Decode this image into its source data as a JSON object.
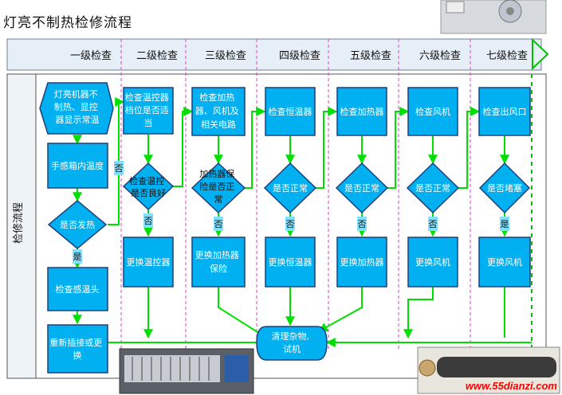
{
  "title": "灯亮不制热检修流程",
  "lane_label": "检修流程",
  "columns": [
    "一级检查",
    "二级检查",
    "三级检查",
    "四级检查",
    "五级检查",
    "六级检查",
    "七级检查"
  ],
  "col1": {
    "start_lines": [
      "灯亮机器不",
      "制热、显控",
      "器显示常温"
    ],
    "feel_temp": "手感箱内温度",
    "heating_question": "是否发热",
    "no": "否",
    "yes": "是",
    "check_sensor": "检查感温头",
    "reinsert_lines": [
      "重新插接或更",
      "换"
    ]
  },
  "col2": {
    "check_lines": [
      "检查温控器",
      "档位是否适",
      "当"
    ],
    "decision_lines": [
      "检查温控",
      "是否良好"
    ],
    "no": "否",
    "replace": "更换温控器"
  },
  "col3": {
    "check_lines": [
      "检查加热",
      "器、风机及",
      "相关电路"
    ],
    "decision_lines": [
      "加热器保",
      "险是否正",
      "常"
    ],
    "no": "否",
    "replace_lines": [
      "更换加热器",
      "保险"
    ]
  },
  "col4": {
    "check": "检查恒温器",
    "decision": "是否正常",
    "no": "否",
    "replace": "更换恒温器"
  },
  "col5": {
    "check": "检查加热器",
    "decision": "是否正常",
    "no": "否",
    "replace": "更换加热器"
  },
  "col6": {
    "check": "检查风机",
    "decision": "是否正常",
    "no": "否",
    "replace": "更换风机"
  },
  "col7": {
    "check": "检查出风口",
    "decision": "是否堵塞",
    "yes": "是",
    "replace": "更换风机"
  },
  "final_lines": [
    "清理杂物,",
    "试机"
  ],
  "watermark": "www.55dianzi.com",
  "colors": {
    "box_fill": "#00b0f0",
    "box_stroke": "#1f3f7a",
    "arrow": "#00e000",
    "label_bg": "#7fe0ff",
    "divider": "#e040c0",
    "header_fill": "#d9e5f2"
  }
}
